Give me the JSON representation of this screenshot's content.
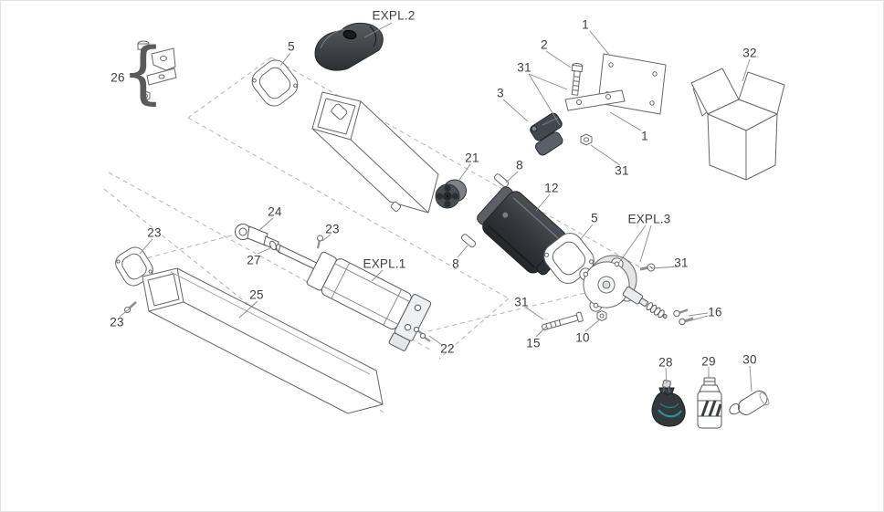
{
  "meta": {
    "kind": "exploded-parts-diagram",
    "background": "#ffffff",
    "line_color": "#63676b",
    "dark_part_color": "#33383d",
    "teal_accent": "#2f9090"
  },
  "callouts": [
    {
      "text": "EXPL.2"
    },
    {
      "text": "1"
    },
    {
      "text": "2"
    },
    {
      "text": "5"
    },
    {
      "text": "32"
    },
    {
      "text": "31"
    },
    {
      "text": "26"
    },
    {
      "text": "3"
    },
    {
      "text": "1"
    },
    {
      "text": "21"
    },
    {
      "text": "8"
    },
    {
      "text": "31"
    },
    {
      "text": "12"
    },
    {
      "text": "24"
    },
    {
      "text": "5"
    },
    {
      "text": "EXPL.3"
    },
    {
      "text": "23"
    },
    {
      "text": "23"
    },
    {
      "text": "27"
    },
    {
      "text": "EXPL.1"
    },
    {
      "text": "8"
    },
    {
      "text": "31"
    },
    {
      "text": "25"
    },
    {
      "text": "31"
    },
    {
      "text": "16"
    },
    {
      "text": "23"
    },
    {
      "text": "10"
    },
    {
      "text": "15"
    },
    {
      "text": "22"
    },
    {
      "text": "28"
    },
    {
      "text": "29"
    },
    {
      "text": "30"
    }
  ]
}
